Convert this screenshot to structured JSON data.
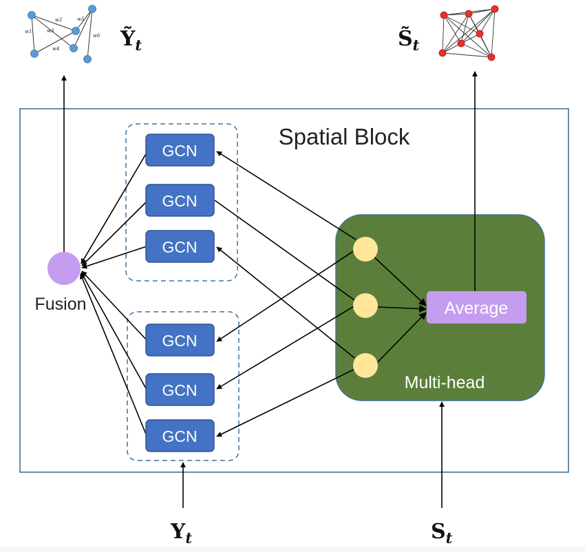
{
  "spatial_block_title": "Spatial Block",
  "gcn_blocks": [
    "GCN",
    "GCN",
    "GCN",
    "GCN",
    "GCN",
    "GCN"
  ],
  "fusion_label": "Fusion",
  "average_label": "Average",
  "multihead_label": "Multi-head",
  "inputs": {
    "y_main": "Y",
    "y_sub": "t",
    "s_main": "S",
    "s_sub": "t"
  },
  "outputs": {
    "y_main": "Ỹ",
    "y_sub": "t",
    "s_main": "S̃",
    "s_sub": "t"
  },
  "graph_weights": [
    "w1",
    "w2",
    "w3",
    "w4",
    "w5",
    "w6"
  ],
  "colors": {
    "gcn_fill": "#4472c4",
    "block_border": "#41719c",
    "multihead_fill": "#5b7f3a",
    "node_fill": "#ffe699",
    "fusion_fill": "#c49cf0",
    "average_fill": "#c49cf0",
    "graph_blue": "#5b9bd5",
    "graph_red": "#e8312a"
  }
}
